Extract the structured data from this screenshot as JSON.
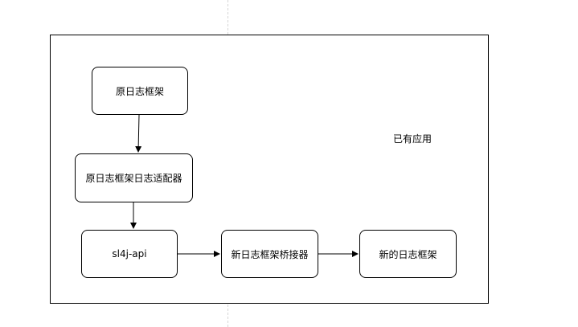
{
  "container": {
    "label": "已有应用"
  },
  "nodes": {
    "legacy_framework": "原日志框架",
    "legacy_adapter": "原日志框架日志适配器",
    "slf4j_api": "sl4j-api",
    "new_bridge": "新日志框架桥接器",
    "new_framework": "新的日志框架"
  },
  "colors": {
    "stroke": "#000000",
    "guide": "#d6d6d6",
    "background": "#ffffff"
  }
}
